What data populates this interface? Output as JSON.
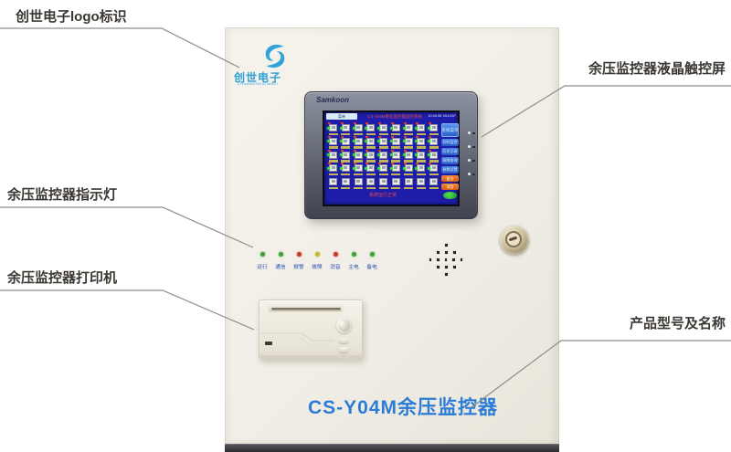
{
  "annotations": {
    "logo": "创世电子logo标识",
    "screen": "余压监控器液晶触控屏",
    "leds": "余压监控器指示灯",
    "printer": "余压监控器打印机",
    "model": "产品型号及名称"
  },
  "device": {
    "model_name": "CS-Y04M余压监控器",
    "logo": {
      "cn": "创世电子",
      "en": "CHUANGSHIDIANZI"
    },
    "screen": {
      "brand": "Samkoon",
      "menu": "菜单",
      "title": "CS-Y04M余压监控器监控系统",
      "time": "10:26:35 15/12/07",
      "status": "系统运行正常",
      "grid": {
        "rows": 5,
        "cols": 9,
        "green_rows": 4
      },
      "side_buttons": [
        {
          "label": "系统菜单",
          "type": "blue-large"
        },
        {
          "label": "实时监控",
          "type": "blue"
        },
        {
          "label": "历史记录",
          "type": "blue"
        },
        {
          "label": "故障查询",
          "type": "blue"
        },
        {
          "label": "参数设置",
          "type": "blue"
        },
        {
          "label": "复位",
          "type": "orange"
        },
        {
          "label": "消音",
          "type": "orange"
        },
        {
          "label": "",
          "type": "green"
        }
      ]
    },
    "leds": [
      {
        "label": "运行",
        "color": "#3aa332"
      },
      {
        "label": "通信",
        "color": "#3aa332"
      },
      {
        "label": "报警",
        "color": "#c63a2e"
      },
      {
        "label": "故障",
        "color": "#c6b32e"
      },
      {
        "label": "消音",
        "color": "#c63a2e"
      },
      {
        "label": "主电",
        "color": "#3aa332"
      },
      {
        "label": "备电",
        "color": "#3aa332"
      }
    ]
  },
  "colors": {
    "logo_blue": "#2b9fd6",
    "model_blue": "#2b7cd6",
    "screen_bg": "#1d1daa"
  }
}
